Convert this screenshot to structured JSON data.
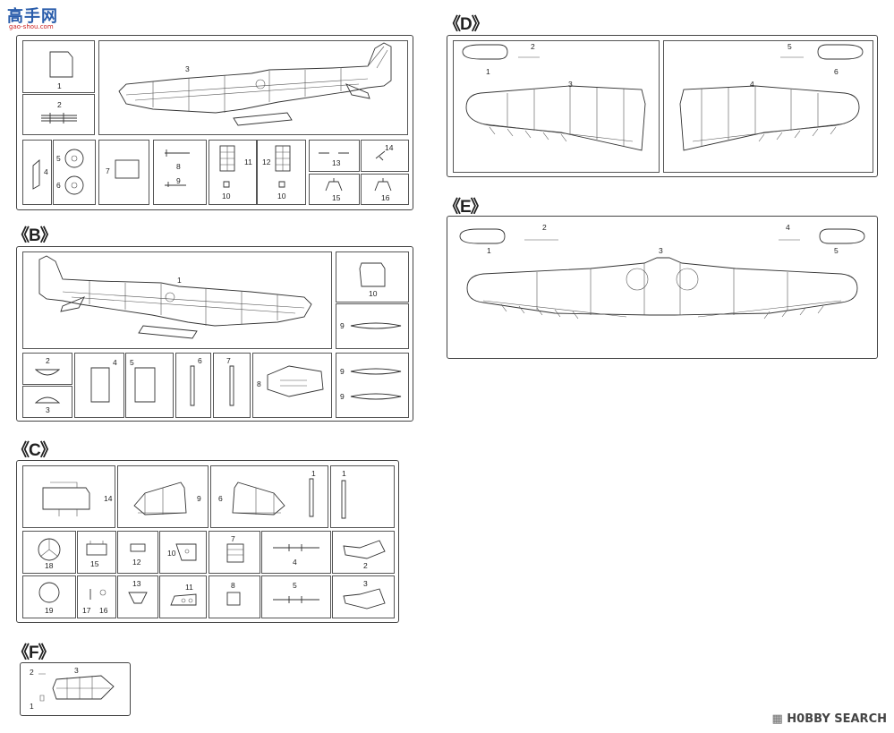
{
  "logo": {
    "text": "高手网",
    "url": "gao-shou.com"
  },
  "watermark": {
    "icon": "hobby-search-icon",
    "text": "H0BBY SEARCH"
  },
  "sections": {
    "a": {
      "parts": [
        "1",
        "2",
        "3",
        "4",
        "5",
        "6",
        "7",
        "8",
        "9",
        "10",
        "11",
        "12",
        "10",
        "13",
        "14",
        "15",
        "16"
      ]
    },
    "b": {
      "label": "《B》",
      "parts": [
        "1",
        "10",
        "9",
        "2",
        "3",
        "4",
        "5",
        "6",
        "7",
        "8",
        "9",
        "9"
      ]
    },
    "c": {
      "label": "《C》",
      "parts": [
        "14",
        "9",
        "6",
        "1",
        "1",
        "18",
        "15",
        "12",
        "10",
        "7",
        "4",
        "2",
        "19",
        "17",
        "16",
        "13",
        "11",
        "8",
        "5",
        "3"
      ]
    },
    "d": {
      "label": "《D》",
      "parts": [
        "2",
        "1",
        "3",
        "5",
        "6",
        "4"
      ]
    },
    "e": {
      "label": "《E》",
      "parts": [
        "2",
        "1",
        "3",
        "4",
        "5"
      ]
    },
    "f": {
      "label": "《F》",
      "parts": [
        "2",
        "3",
        "1"
      ]
    }
  }
}
